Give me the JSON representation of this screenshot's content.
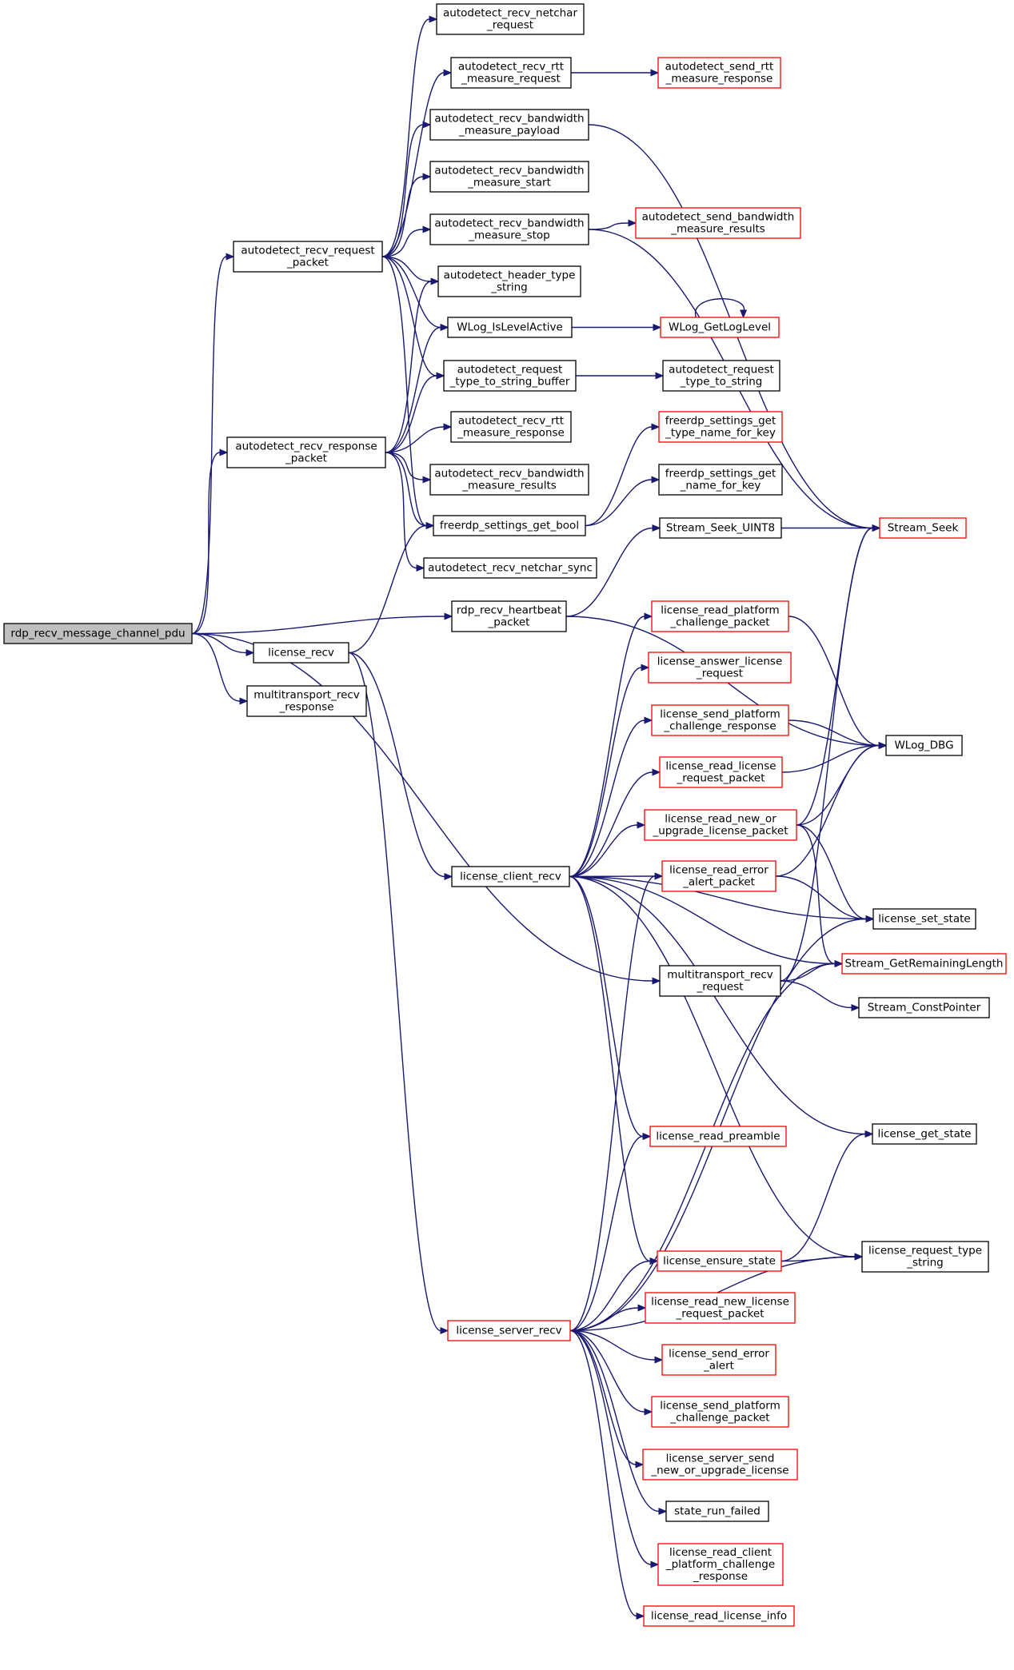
{
  "diagram": {
    "colors": {
      "edge": "#191970",
      "border_black": "#000000",
      "border_red": "#ff0000",
      "root_fill": "#bfbfbf"
    },
    "nodes": [
      {
        "id": "root",
        "lines": [
          "rdp_recv_message_channel_pdu"
        ],
        "style": "root"
      },
      {
        "id": "adr_req",
        "lines": [
          "autodetect_recv_request",
          "_packet"
        ],
        "style": "black"
      },
      {
        "id": "adr_resp",
        "lines": [
          "autodetect_recv_response",
          "_packet"
        ],
        "style": "black"
      },
      {
        "id": "lic_recv",
        "lines": [
          "license_recv"
        ],
        "style": "black"
      },
      {
        "id": "mt_resp",
        "lines": [
          "multitransport_recv",
          "_response"
        ],
        "style": "black"
      },
      {
        "id": "netchar_req",
        "lines": [
          "autodetect_recv_netchar",
          "_request"
        ],
        "style": "black"
      },
      {
        "id": "rtt_req",
        "lines": [
          "autodetect_recv_rtt",
          "_measure_request"
        ],
        "style": "black"
      },
      {
        "id": "send_rtt_resp",
        "lines": [
          "autodetect_send_rtt",
          "_measure_response"
        ],
        "style": "red"
      },
      {
        "id": "bw_payload",
        "lines": [
          "autodetect_recv_bandwidth",
          "_measure_payload"
        ],
        "style": "black"
      },
      {
        "id": "bw_start",
        "lines": [
          "autodetect_recv_bandwidth",
          "_measure_start"
        ],
        "style": "black"
      },
      {
        "id": "bw_stop",
        "lines": [
          "autodetect_recv_bandwidth",
          "_measure_stop"
        ],
        "style": "black"
      },
      {
        "id": "send_bw_results",
        "lines": [
          "autodetect_send_bandwidth",
          "_measure_results"
        ],
        "style": "red"
      },
      {
        "id": "hdr_type",
        "lines": [
          "autodetect_header_type",
          "_string"
        ],
        "style": "black"
      },
      {
        "id": "wlog_active",
        "lines": [
          "WLog_IsLevelActive"
        ],
        "style": "black"
      },
      {
        "id": "wlog_getlevel",
        "lines": [
          "WLog_GetLogLevel"
        ],
        "style": "red"
      },
      {
        "id": "req_type_buf",
        "lines": [
          "autodetect_request",
          "_type_to_string_buffer"
        ],
        "style": "black"
      },
      {
        "id": "req_type_str",
        "lines": [
          "autodetect_request",
          "_type_to_string"
        ],
        "style": "black"
      },
      {
        "id": "rtt_resp",
        "lines": [
          "autodetect_recv_rtt",
          "_measure_response"
        ],
        "style": "black"
      },
      {
        "id": "bw_results",
        "lines": [
          "autodetect_recv_bandwidth",
          "_measure_results"
        ],
        "style": "black"
      },
      {
        "id": "settings_type",
        "lines": [
          "freerdp_settings_get",
          "_type_name_for_key"
        ],
        "style": "red"
      },
      {
        "id": "settings_name",
        "lines": [
          "freerdp_settings_get",
          "_name_for_key"
        ],
        "style": "black"
      },
      {
        "id": "settings_bool",
        "lines": [
          "freerdp_settings_get_bool"
        ],
        "style": "black"
      },
      {
        "id": "netchar_sync",
        "lines": [
          "autodetect_recv_netchar_sync"
        ],
        "style": "black"
      },
      {
        "id": "seek_uint8",
        "lines": [
          "Stream_Seek_UINT8"
        ],
        "style": "black"
      },
      {
        "id": "stream_seek",
        "lines": [
          "Stream_Seek"
        ],
        "style": "red"
      },
      {
        "id": "heartbeat",
        "lines": [
          "rdp_recv_heartbeat",
          "_packet"
        ],
        "style": "black"
      },
      {
        "id": "lr_platform_chal",
        "lines": [
          "license_read_platform",
          "_challenge_packet"
        ],
        "style": "red"
      },
      {
        "id": "l_answer",
        "lines": [
          "license_answer_license",
          "_request"
        ],
        "style": "red"
      },
      {
        "id": "l_send_plat_resp",
        "lines": [
          "license_send_platform",
          "_challenge_response"
        ],
        "style": "red"
      },
      {
        "id": "wlog_dbg",
        "lines": [
          "WLog_DBG"
        ],
        "style": "black"
      },
      {
        "id": "lr_lic_req",
        "lines": [
          "license_read_license",
          "_request_packet"
        ],
        "style": "red"
      },
      {
        "id": "lr_new_upgrade",
        "lines": [
          "license_read_new_or",
          "_upgrade_license_packet"
        ],
        "style": "red"
      },
      {
        "id": "lic_client",
        "lines": [
          "license_client_recv"
        ],
        "style": "black"
      },
      {
        "id": "lr_error",
        "lines": [
          "license_read_error",
          "_alert_packet"
        ],
        "style": "red"
      },
      {
        "id": "l_set_state",
        "lines": [
          "license_set_state"
        ],
        "style": "black"
      },
      {
        "id": "stream_remaining",
        "lines": [
          "Stream_GetRemainingLength"
        ],
        "style": "red"
      },
      {
        "id": "mt_req",
        "lines": [
          "multitransport_recv",
          "_request"
        ],
        "style": "black"
      },
      {
        "id": "stream_constptr",
        "lines": [
          "Stream_ConstPointer"
        ],
        "style": "black"
      },
      {
        "id": "l_get_state",
        "lines": [
          "license_get_state"
        ],
        "style": "black"
      },
      {
        "id": "lr_preamble",
        "lines": [
          "license_read_preamble"
        ],
        "style": "red"
      },
      {
        "id": "l_ensure",
        "lines": [
          "license_ensure_state"
        ],
        "style": "red"
      },
      {
        "id": "l_req_type_str",
        "lines": [
          "license_request_type",
          "_string"
        ],
        "style": "black"
      },
      {
        "id": "lr_new_lic_req",
        "lines": [
          "license_read_new_license",
          "_request_packet"
        ],
        "style": "red"
      },
      {
        "id": "lic_server",
        "lines": [
          "license_server_recv"
        ],
        "style": "red"
      },
      {
        "id": "l_send_error",
        "lines": [
          "license_send_error",
          "_alert"
        ],
        "style": "red"
      },
      {
        "id": "l_send_plat_chal",
        "lines": [
          "license_send_platform",
          "_challenge_packet"
        ],
        "style": "red"
      },
      {
        "id": "l_server_send",
        "lines": [
          "license_server_send",
          "_new_or_upgrade_license"
        ],
        "style": "red"
      },
      {
        "id": "state_failed",
        "lines": [
          "state_run_failed"
        ],
        "style": "black"
      },
      {
        "id": "lr_client_plat",
        "lines": [
          "license_read_client",
          "_platform_challenge",
          "_response"
        ],
        "style": "red"
      },
      {
        "id": "lr_lic_info",
        "lines": [
          "license_read_license_info"
        ],
        "style": "red"
      }
    ]
  }
}
